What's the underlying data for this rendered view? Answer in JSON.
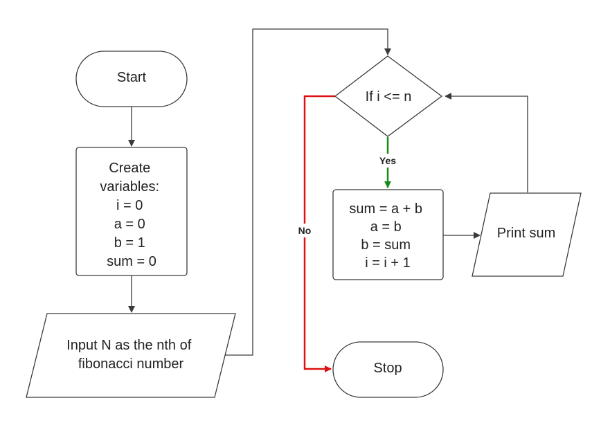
{
  "colors": {
    "stroke": "#3a3a3a",
    "yes_line": "#1a8a1a",
    "no_line": "#dd1111",
    "background": "#ffffff"
  },
  "nodes": {
    "start": {
      "label": "Start"
    },
    "create_vars": {
      "lines": [
        "Create",
        "variables:",
        "i = 0",
        "a = 0",
        "b = 1",
        "sum = 0"
      ]
    },
    "input": {
      "lines": [
        "Input N as the nth of",
        "fibonacci number"
      ]
    },
    "decision": {
      "label": "If i <= n"
    },
    "process": {
      "lines": [
        "sum = a + b",
        "a = b",
        "b = sum",
        "i = i + 1"
      ]
    },
    "print": {
      "label": "Print sum"
    },
    "stop": {
      "label": "Stop"
    }
  },
  "edges": {
    "yes": {
      "label": "Yes"
    },
    "no": {
      "label": "No"
    }
  }
}
